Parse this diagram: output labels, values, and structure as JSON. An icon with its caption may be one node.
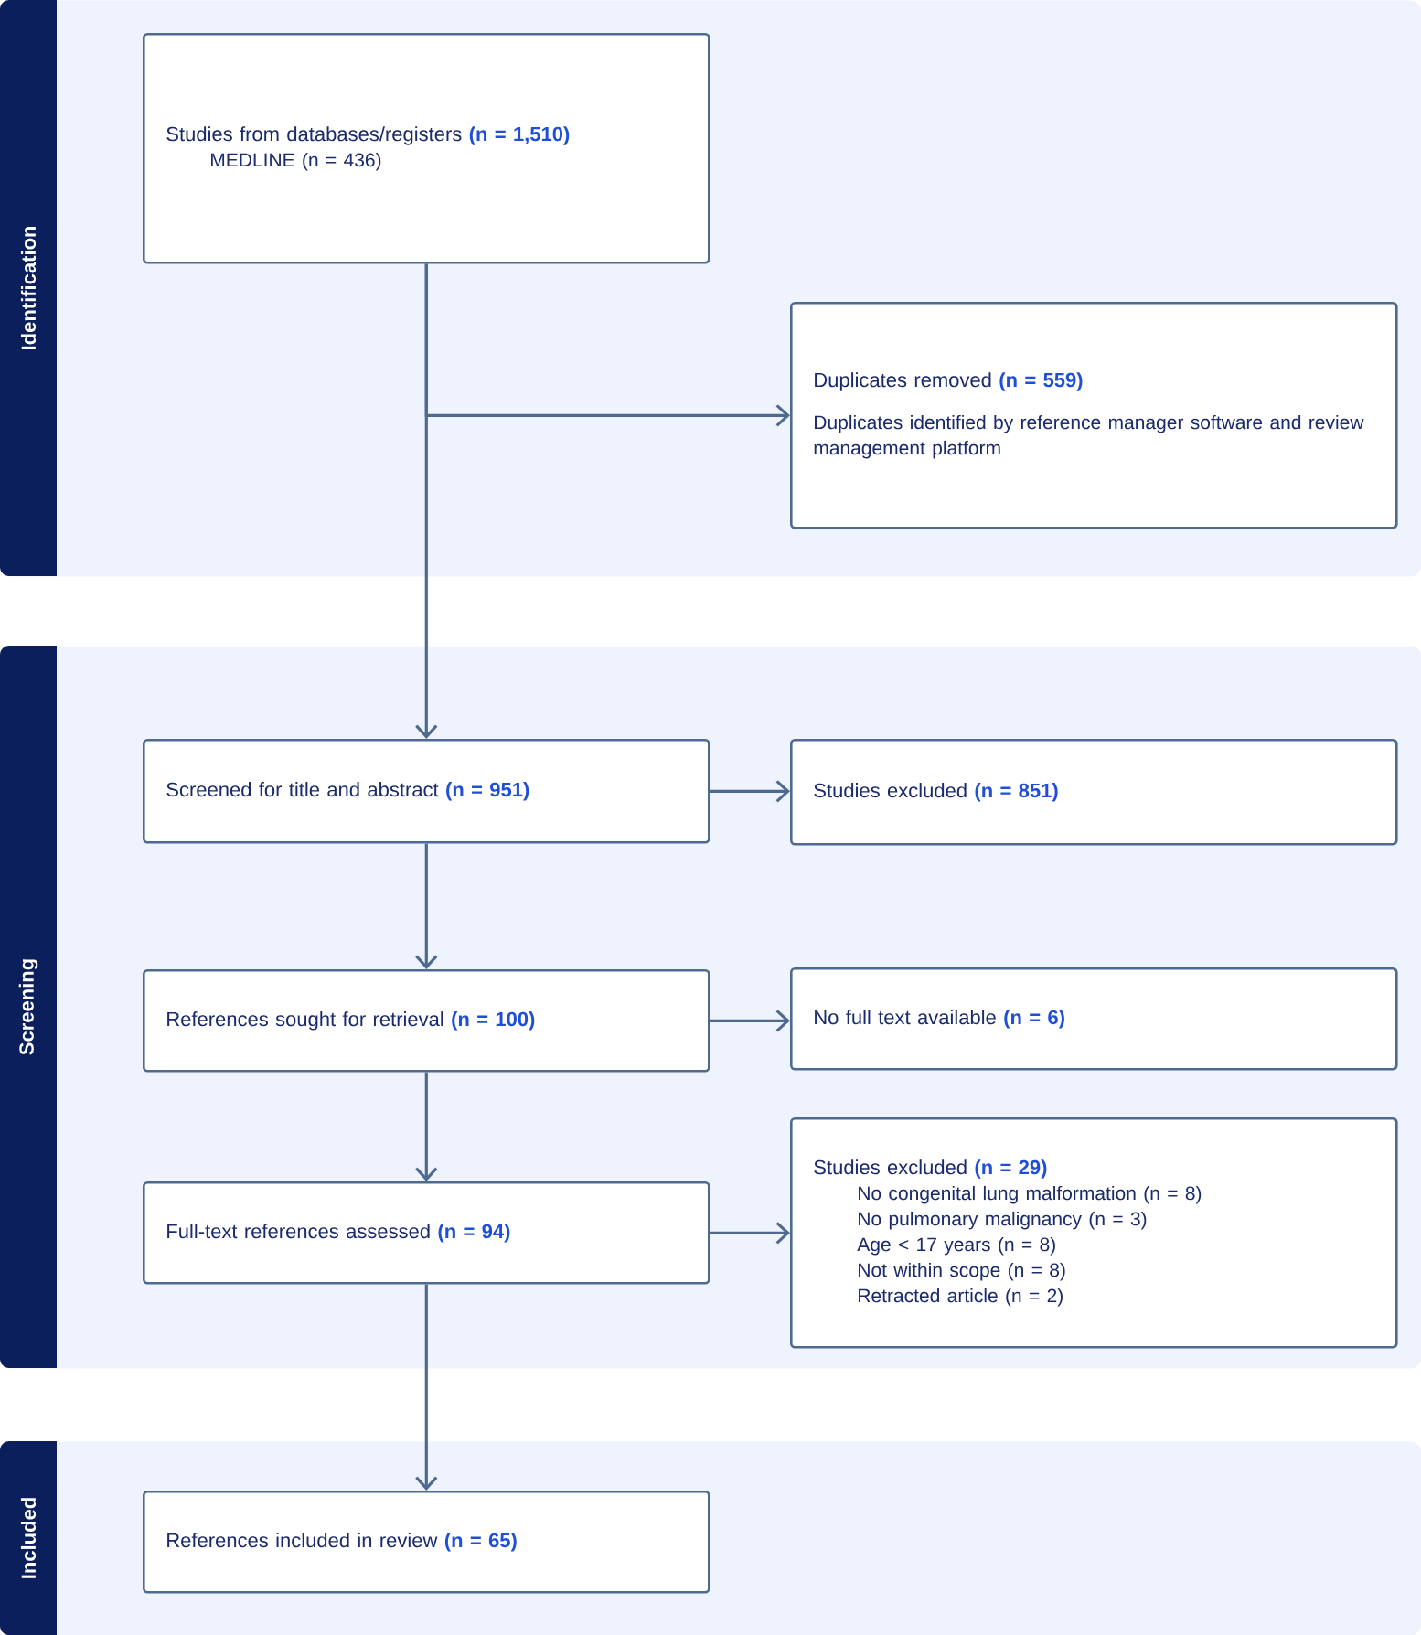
{
  "diagram": {
    "nodes": [
      {
        "text": [
          "Identification"
        ]
      },
      {
        "text": [
          "Studies from databases/registers **(n = 1,510)**",
          "MEDLINE (n = 436)"
        ],
        "in": 0
      },
      {
        "text": [
          "Duplicates removed **(n = 559)**",
          "Duplicates identified by reference manager software and review management platform"
        ],
        "in": 0
      },
      {
        "text": [
          "Screening"
        ]
      },
      {
        "text": [
          "Screened for title and abstract **(n = 951)**"
        ],
        "in": 3
      },
      {
        "text": [
          "Studies excluded **(n = 851)**"
        ],
        "in": 3
      },
      {
        "text": [
          "References sought for retrieval **(n = 100)**"
        ],
        "in": 3
      },
      {
        "text": [
          "No full text available **(n = 6)**"
        ],
        "in": 3
      },
      {
        "text": [
          "Full-text references assessed **(n = 94)**"
        ],
        "in": 3
      },
      {
        "text": [
          "Studies excluded **(n = 29)**",
          "No congenital lung malformation (n = 8)",
          "No pulmonary malignancy (n = 3)",
          "Age < 17 years (n = 8)",
          "Not within scope (n = 8)",
          "Retracted article (n = 2)"
        ],
        "in": 3
      },
      {
        "text": [
          "Included"
        ]
      },
      {
        "text": [
          "References included in review **(n = 65)**"
        ],
        "in": 10
      }
    ],
    "edges": [
      {
        "from": 1,
        "to": 2,
        "arrow": "to"
      },
      {
        "from": 1,
        "to": 4,
        "arrow": "to"
      },
      {
        "from": 4,
        "to": 5,
        "arrow": "to"
      },
      {
        "from": 4,
        "to": 6,
        "arrow": "to"
      },
      {
        "from": 6,
        "to": 7,
        "arrow": "to"
      },
      {
        "from": 6,
        "to": 8,
        "arrow": "to"
      },
      {
        "from": 8,
        "to": 9,
        "arrow": "to"
      },
      {
        "from": 8,
        "to": 11,
        "arrow": "to"
      }
    ]
  }
}
